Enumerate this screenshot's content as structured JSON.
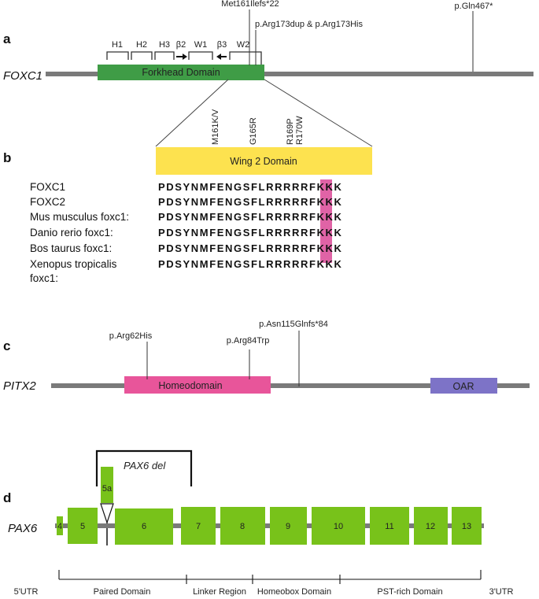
{
  "panel_a": {
    "label": "a",
    "gene": "FOXC1",
    "domain": "Forkhead Domain",
    "helices": [
      "H1",
      "H2",
      "H3",
      "β2",
      "W1",
      "β3",
      "W2"
    ],
    "mutations": {
      "m1": "Met161Ilefs*22",
      "m2": "p.Arg173dup & p.Arg173His",
      "m3": "p.Gln467*"
    }
  },
  "panel_b": {
    "label": "b",
    "domain": "Wing 2 Domain",
    "mutation_labels": [
      "M161K/V",
      "G165R",
      "R169P",
      "R170W"
    ],
    "species": [
      "FOXC1",
      "FOXC2",
      "Mus musculus foxc1:",
      "Danio rerio foxc1:",
      "Bos taurus foxc1:",
      "Xenopus tropicalis",
      "foxc1:"
    ],
    "sequence": "PDSYNMFENGSFLRRRRRFKKK"
  },
  "panel_c": {
    "label": "c",
    "gene": "PITX2",
    "domain1": "Homeodomain",
    "domain2": "OAR",
    "mutations": {
      "m1": "p.Arg62His",
      "m2": "p.Arg84Trp",
      "m3": "p.Asn115Glnfs*84"
    }
  },
  "panel_d": {
    "label": "d",
    "gene": "PAX6",
    "deletion": "PAX6 del",
    "exon_5a": "5a",
    "exons": [
      "4",
      "5",
      "6",
      "7",
      "8",
      "9",
      "10",
      "11",
      "12",
      "13"
    ],
    "utr5": "5'UTR",
    "utr3": "3'UTR",
    "regions": [
      "Paired Domain",
      "Linker Region",
      "Homeobox Domain",
      "PST-rich Domain"
    ]
  },
  "colors": {
    "backbone": "#7a7a7a",
    "forkhead": "#3f9c46",
    "wing2": "#fde24f",
    "highlight": "#e063a6",
    "homeodomain": "#e8559a",
    "oar": "#7d73c7",
    "exon": "#78c21a"
  }
}
